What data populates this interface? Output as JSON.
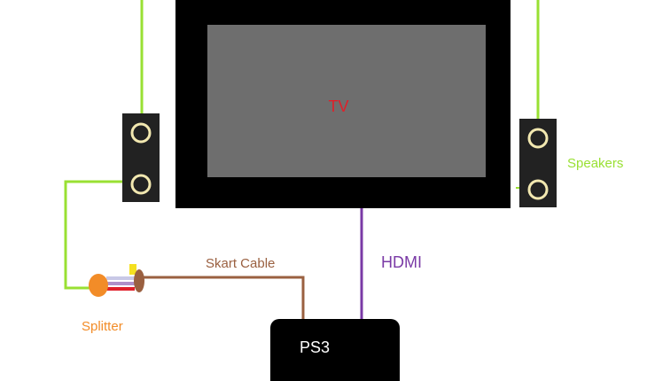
{
  "tv": {
    "label": "TV"
  },
  "ps3": {
    "label": "PS3"
  },
  "connections": {
    "hdmi": "HDMI",
    "skart": "Skart Cable"
  },
  "speakers_label": "Speakers",
  "splitter_label": "Splitter",
  "colors": {
    "tv_frame": "#000000",
    "tv_screen": "#6e6e6e",
    "tv_label": "#e0202a",
    "speaker_wire": "#99e033",
    "speaker_box": "#222222",
    "speaker_ring": "#f2e8b0",
    "hdmi_line": "#7a3aa6",
    "skart_line": "#9a6040",
    "splitter_body": "#f28c28",
    "ps3_box": "#000000"
  }
}
